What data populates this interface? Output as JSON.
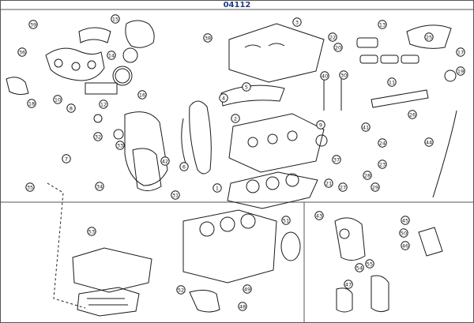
{
  "header": {
    "code": "04112"
  },
  "callouts": [
    "1",
    "2",
    "3",
    "4",
    "5",
    "6",
    "7",
    "8",
    "9",
    "10",
    "11",
    "12",
    "13",
    "14",
    "15",
    "16",
    "17",
    "18",
    "19",
    "20",
    "21",
    "22",
    "23",
    "24",
    "25",
    "26",
    "27",
    "28",
    "29",
    "30",
    "31",
    "32",
    "33",
    "34",
    "35",
    "36",
    "37",
    "38",
    "39",
    "40",
    "41",
    "42",
    "43",
    "44",
    "45",
    "46",
    "47",
    "48",
    "49",
    "50",
    "51",
    "52",
    "53",
    "54",
    "55"
  ],
  "colors": {
    "line": "#1a1a1a",
    "accent": "#1f3c88",
    "border": "#555555"
  }
}
